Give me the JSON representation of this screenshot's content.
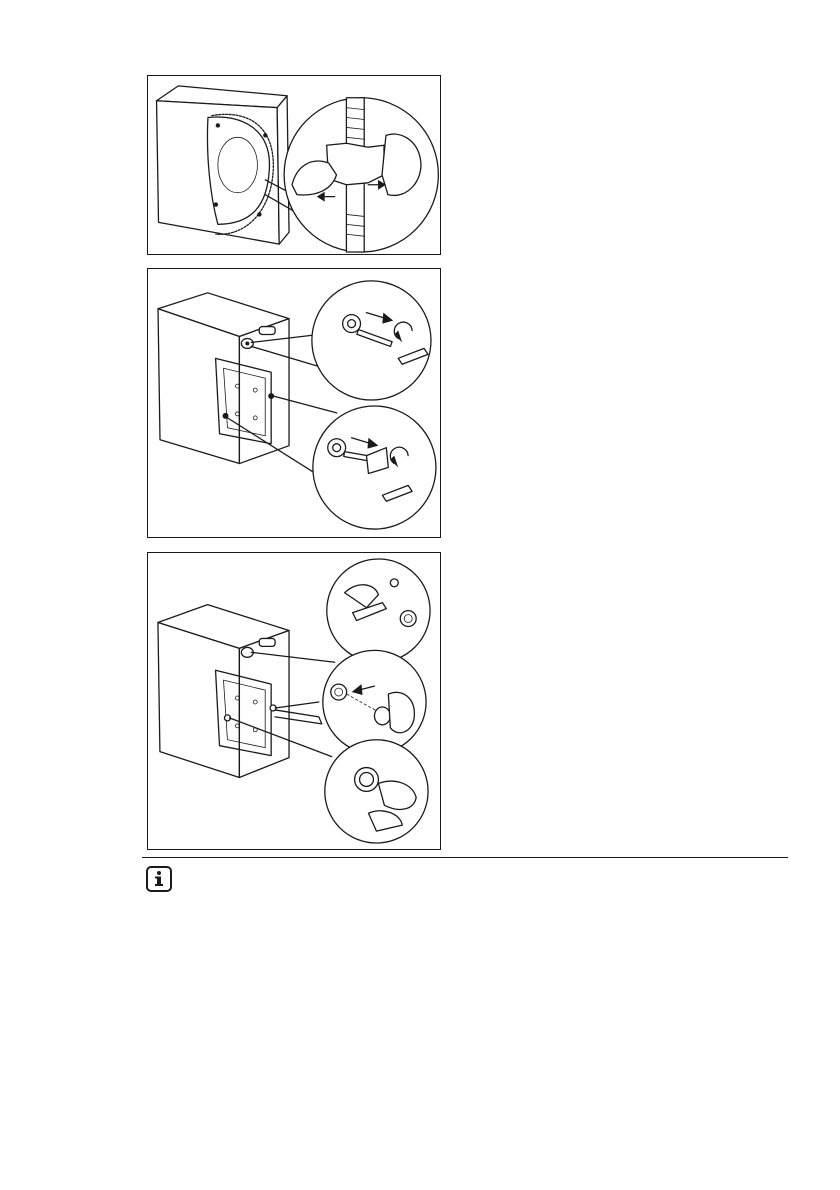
{
  "figures": [
    {
      "id": "fig1",
      "name": "remove-hose-from-clips"
    },
    {
      "id": "fig2",
      "name": "remove-transit-bolts"
    },
    {
      "id": "fig3",
      "name": "insert-plastic-caps"
    }
  ],
  "icons": {
    "info": "info-icon"
  },
  "colors": {
    "line": "#1a1a1a",
    "background": "#ffffff"
  }
}
